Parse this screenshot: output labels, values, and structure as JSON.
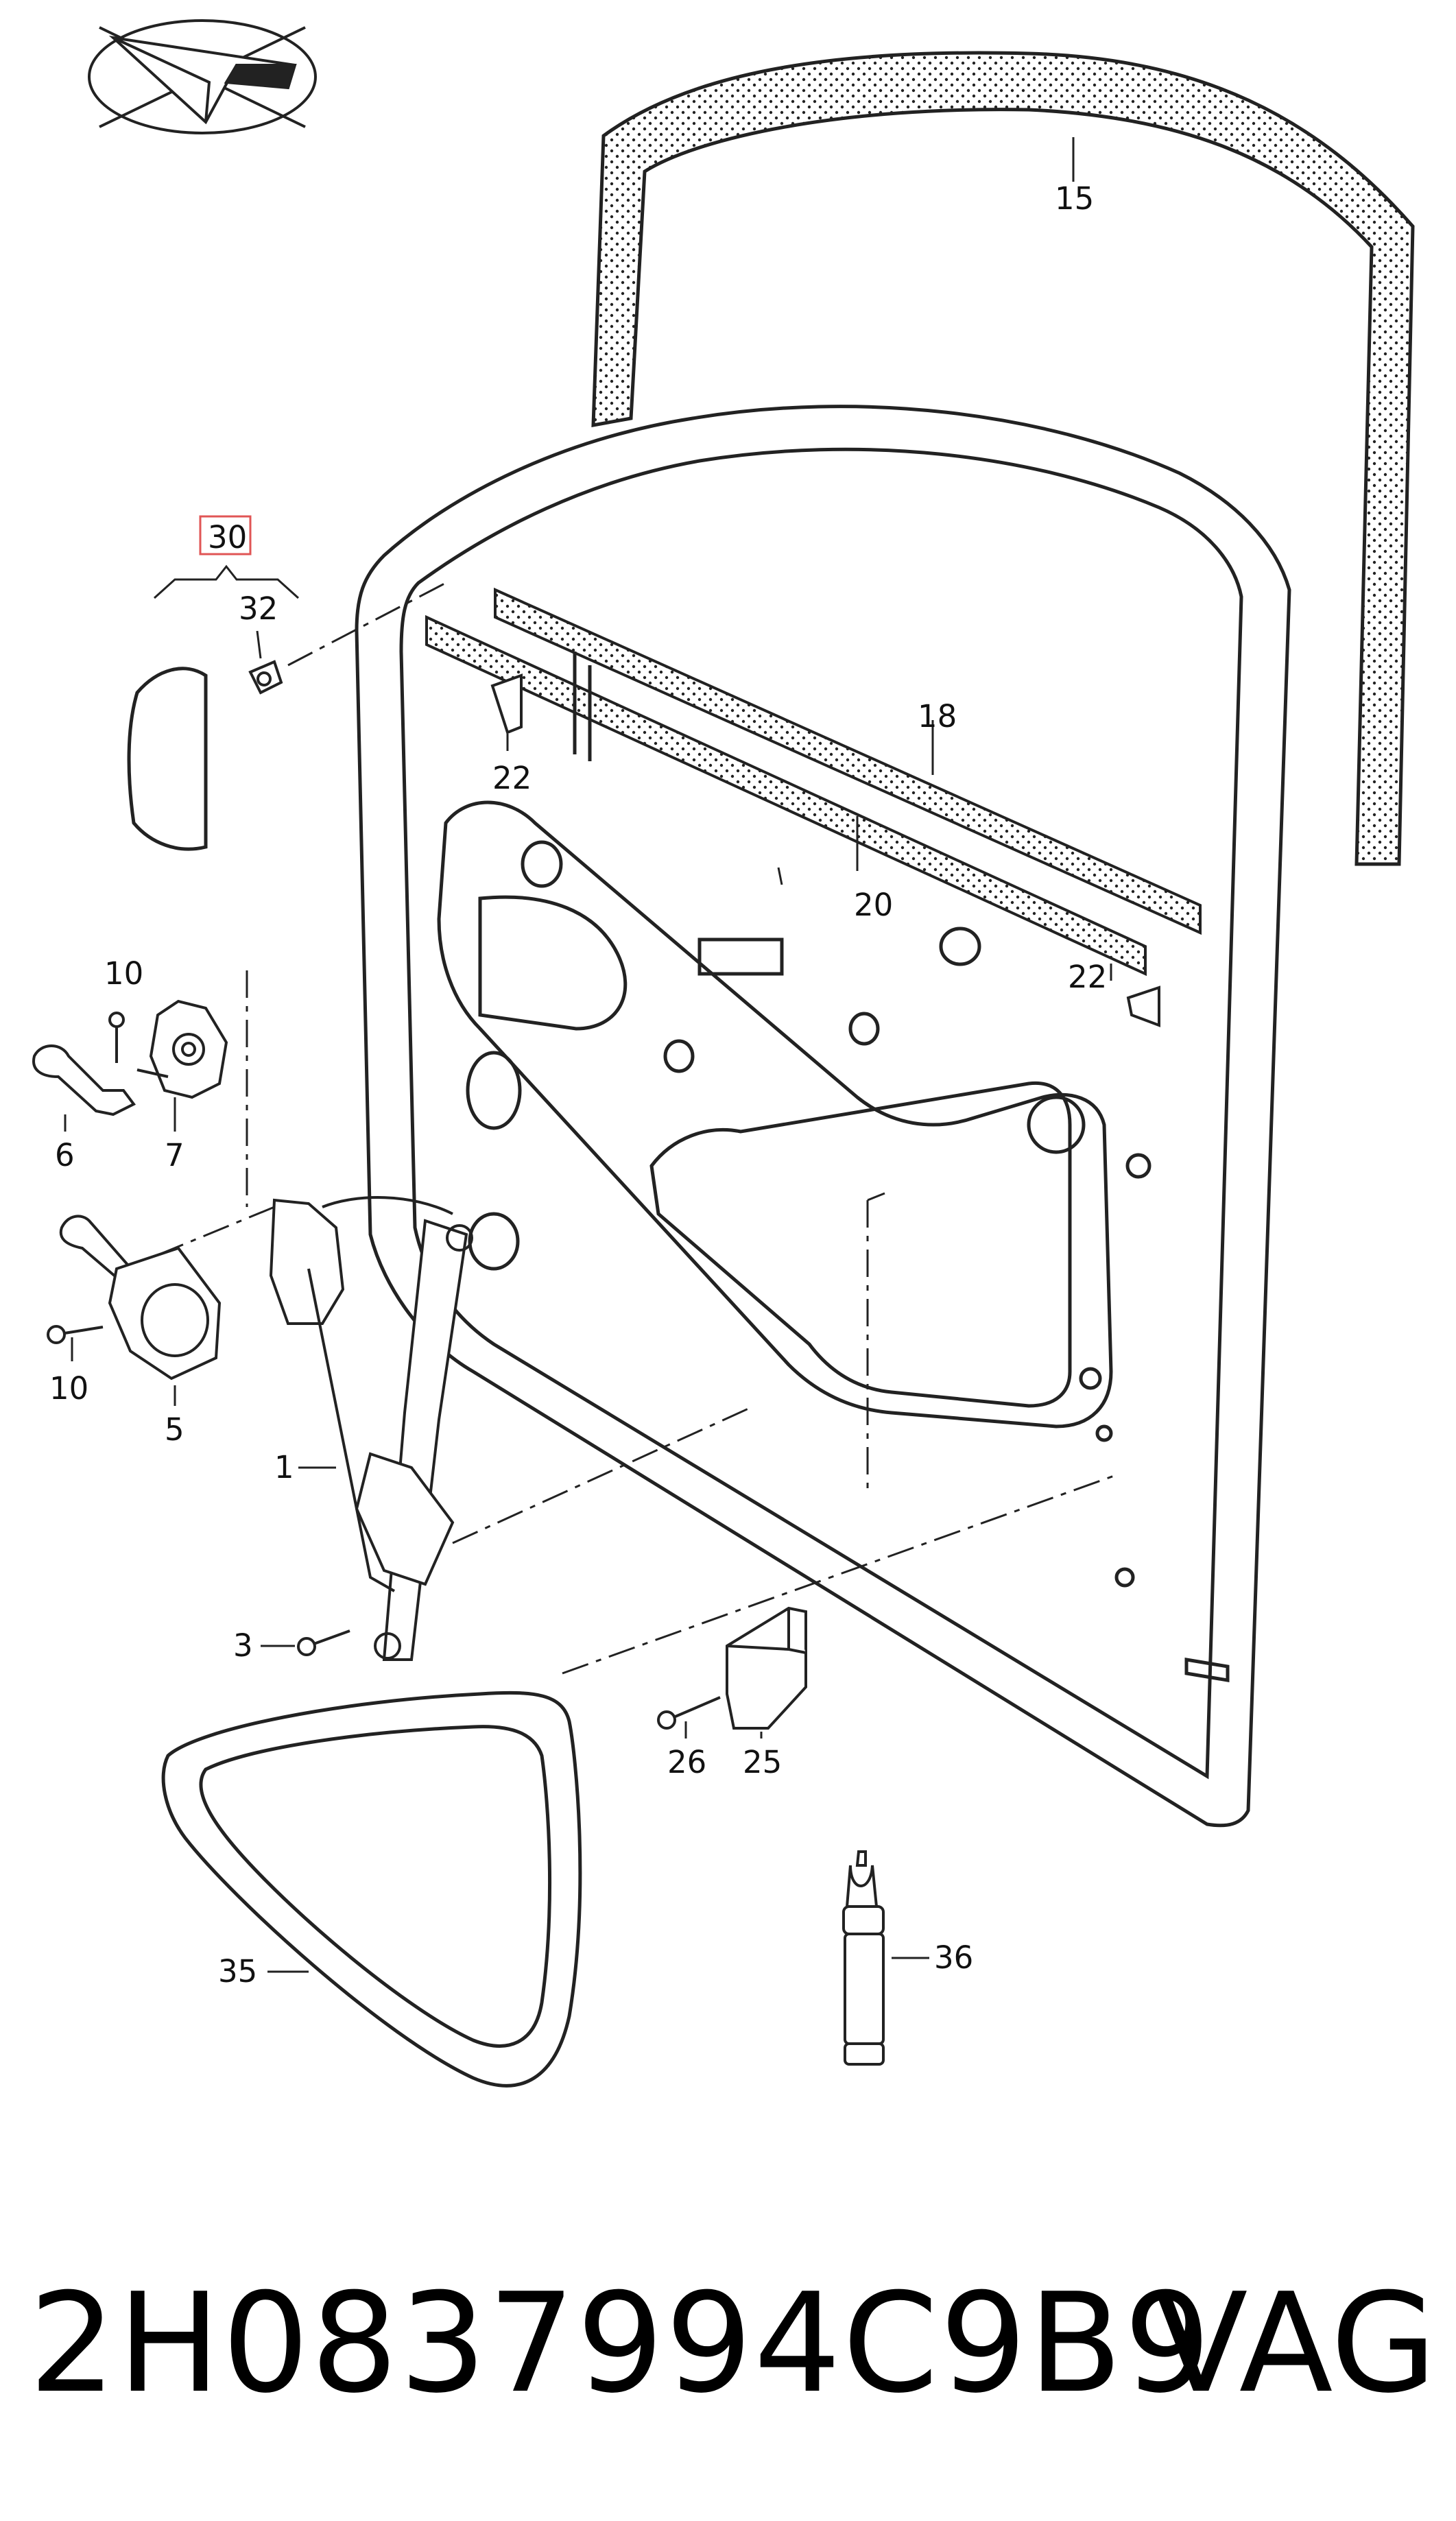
{
  "callouts": {
    "c15": "15",
    "c18": "18",
    "c20": "20",
    "c22a": "22",
    "c22b": "22",
    "c30": "30",
    "c32": "32",
    "c10a": "10",
    "c6": "6",
    "c7": "7",
    "c10b": "10",
    "c5": "5",
    "c1": "1",
    "c3": "3",
    "c26": "26",
    "c25": "25",
    "c35": "35",
    "c36": "36"
  },
  "footer": {
    "part_number": "2H0837994C9B9",
    "brand": "VAG"
  },
  "colors": {
    "line": "#222222",
    "highlight_box": "#e05555",
    "background": "#ffffff"
  },
  "icons": {
    "logo": "paper-plane-emblem-icon"
  }
}
